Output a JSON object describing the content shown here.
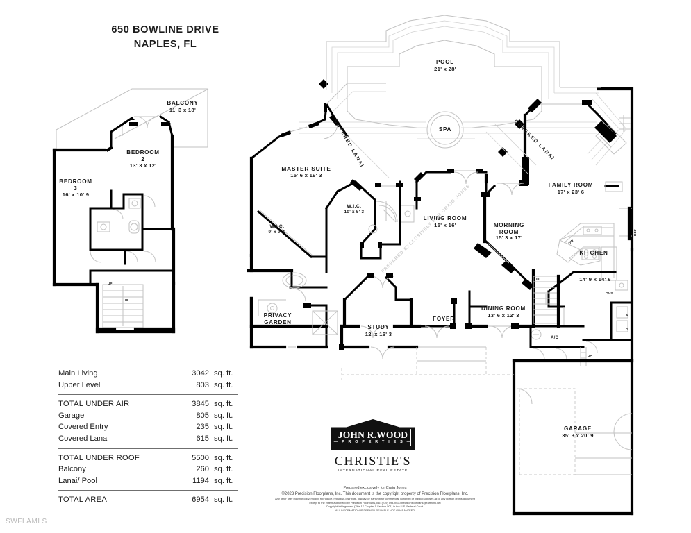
{
  "title": {
    "address": "650 BOWLINE DRIVE",
    "city": "NAPLES, FL"
  },
  "upper_level": {
    "rooms": [
      {
        "name": "BALCONY",
        "dim": "11' 3 x 18'"
      },
      {
        "name": "BEDROOM",
        "sub": "2",
        "dim": "13' 3 x 12'"
      },
      {
        "name": "BEDROOM",
        "sub": "3",
        "dim": "16' x 10' 9"
      }
    ]
  },
  "main_level": {
    "rooms": [
      {
        "name": "POOL",
        "dim": "21' x 28'"
      },
      {
        "name": "SPA",
        "dim": ""
      },
      {
        "name": "MASTER SUITE",
        "dim": "15' 6 x 19' 3"
      },
      {
        "name": "W.I.C.",
        "dim": "10' x 5' 3"
      },
      {
        "name": "W.I.C.",
        "dim": "9' x 9' 9"
      },
      {
        "name": "LIVING ROOM",
        "dim": "15' x 16'"
      },
      {
        "name": "MORNING ROOM",
        "dim": "15' 3 x 17'"
      },
      {
        "name": "FAMILY ROOM",
        "dim": "17' x 23' 6"
      },
      {
        "name": "KITCHEN",
        "dim": "14' 9 x 14' 6"
      },
      {
        "name": "DINING ROOM",
        "dim": "13' 6 x 12' 3"
      },
      {
        "name": "STUDY",
        "dim": "12' x 16' 3"
      },
      {
        "name": "FOYER",
        "dim": ""
      },
      {
        "name": "PRIVACY GARDEN",
        "dim": ""
      },
      {
        "name": "GARAGE",
        "dim": "35' 3 x 20' 9"
      }
    ],
    "lanai_left": "COVERED LANAI",
    "lanai_right": "COVERED LANAI",
    "appliances": [
      "DW",
      "REF",
      "OVS",
      "W",
      "D",
      "A/C",
      "UP",
      "UP",
      "UP",
      "UP"
    ]
  },
  "areas": {
    "group1": [
      {
        "label": "Main Living",
        "value": "3042",
        "unit": "sq. ft."
      },
      {
        "label": "Upper Level",
        "value": "803",
        "unit": "sq. ft."
      }
    ],
    "group2": [
      {
        "label": "TOTAL UNDER AIR",
        "value": "3845",
        "unit": "sq. ft."
      },
      {
        "label": "Garage",
        "value": "805",
        "unit": "sq. ft."
      },
      {
        "label": "Covered Entry",
        "value": "235",
        "unit": "sq. ft."
      },
      {
        "label": "Covered Lanai",
        "value": "615",
        "unit": "sq. ft."
      }
    ],
    "group3": [
      {
        "label": "TOTAL UNDER ROOF",
        "value": "5500",
        "unit": "sq. ft."
      },
      {
        "label": "Balcony",
        "value": "260",
        "unit": "sq. ft."
      },
      {
        "label": "Lanai/ Pool",
        "value": "1194",
        "unit": "sq. ft."
      }
    ],
    "group4": [
      {
        "label": "TOTAL AREA",
        "value": "6954",
        "unit": "sq. ft."
      }
    ]
  },
  "logo": {
    "brand_line1": "JOHN R.WOOD",
    "brand_line2": "— P R O P E R T I E S —",
    "affiliate_line1": "CHRISTIE'S",
    "affiliate_line2": "INTERNATIONAL REAL ESTATE"
  },
  "fineprint": {
    "line1": "Prepared exclusively for Craig Jones",
    "line2": "©2023 Precision Floorplans, Inc.  This document is the copyright property of Precision Floorplans, Inc.",
    "line3": "Any other user may not copy, modify, reproduce, republish,distribute, display, or transmit for commercial, nonprofit or public purposes all or any portion of this document except to the extent authorized by Precision Floorplans, Inc. (239) 598-9411/precisionfloorplans@earthlink.net",
    "line4": "Copyright infringement (Title 17 Chapter 5 Section 501) in the U.S. Federal Court.",
    "line5": "ALL INFORMATION IS DEEMED RELIABLE NOT GUARANTEED"
  },
  "watermark": {
    "mls": "SWFLAMLS",
    "diagonal": "PREPARED EXCLUSIVELY FOR CRAIG JONES"
  },
  "colors": {
    "wall": "#000000",
    "thin": "#bfbfbf",
    "text": "#1b1b1b",
    "rule": "#6f6f6f",
    "watermark": "#cfcfcf"
  }
}
